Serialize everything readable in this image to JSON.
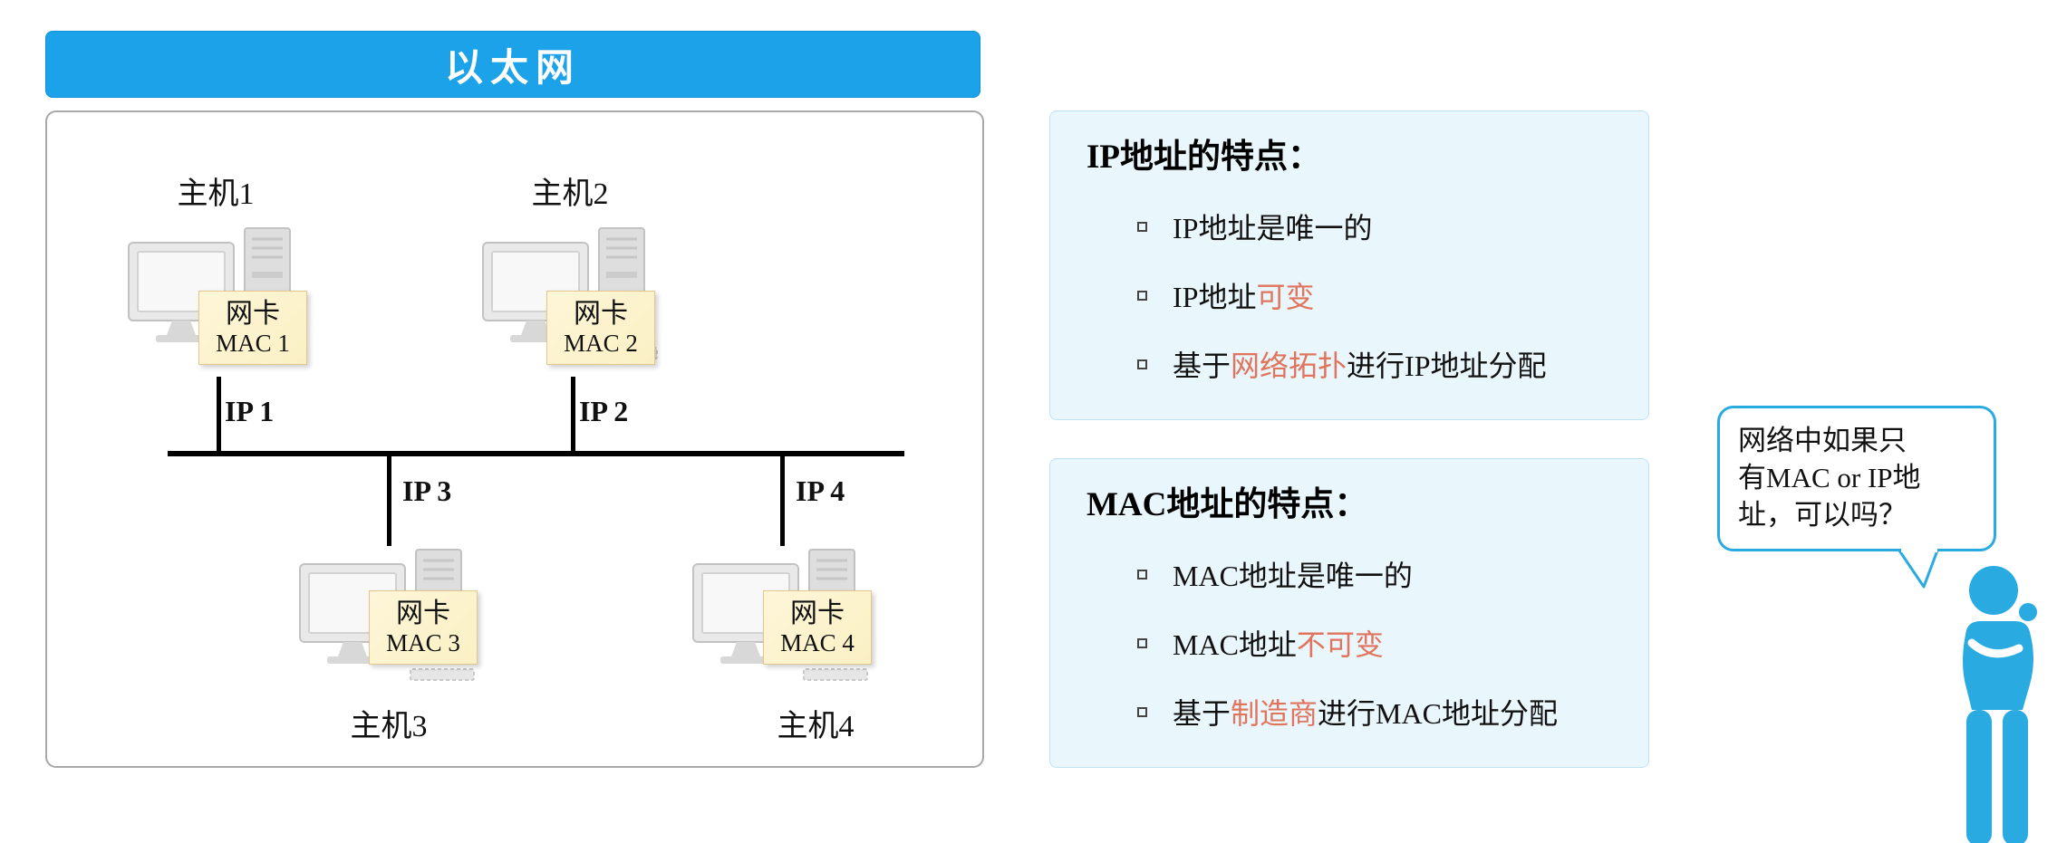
{
  "header": {
    "title": "以太网"
  },
  "hosts": [
    {
      "name": "主机1",
      "nic_label": "网卡",
      "mac": "MAC 1",
      "ip": "IP 1"
    },
    {
      "name": "主机2",
      "nic_label": "网卡",
      "mac": "MAC 2",
      "ip": "IP 2"
    },
    {
      "name": "主机3",
      "nic_label": "网卡",
      "mac": "MAC 3",
      "ip": "IP 3"
    },
    {
      "name": "主机4",
      "nic_label": "网卡",
      "mac": "MAC 4",
      "ip": "IP 4"
    }
  ],
  "panels": [
    {
      "title": "IP地址的特点：",
      "items": [
        {
          "pre": "IP地址是唯一的",
          "highlight": "",
          "post": ""
        },
        {
          "pre": "IP地址",
          "highlight": "可变",
          "post": ""
        },
        {
          "pre": "基于",
          "highlight": "网络拓扑",
          "post": "进行IP地址分配"
        }
      ]
    },
    {
      "title": "MAC地址的特点：",
      "items": [
        {
          "pre": "MAC地址是唯一的",
          "highlight": "",
          "post": ""
        },
        {
          "pre": "MAC地址",
          "highlight": "不可变",
          "post": ""
        },
        {
          "pre": "基于",
          "highlight": "制造商",
          "post": "进行MAC地址分配"
        }
      ]
    }
  ],
  "speech_bubble": {
    "lines": [
      "网络中如果只",
      "有MAC or IP地",
      "址，可以吗？"
    ]
  },
  "colors": {
    "header_blue": "#1ca2e9",
    "panel_bg": "#e9f6fc",
    "note_bg": "#fcf3cf",
    "highlight_red": "#e0745c",
    "person_blue": "#29abe2"
  }
}
